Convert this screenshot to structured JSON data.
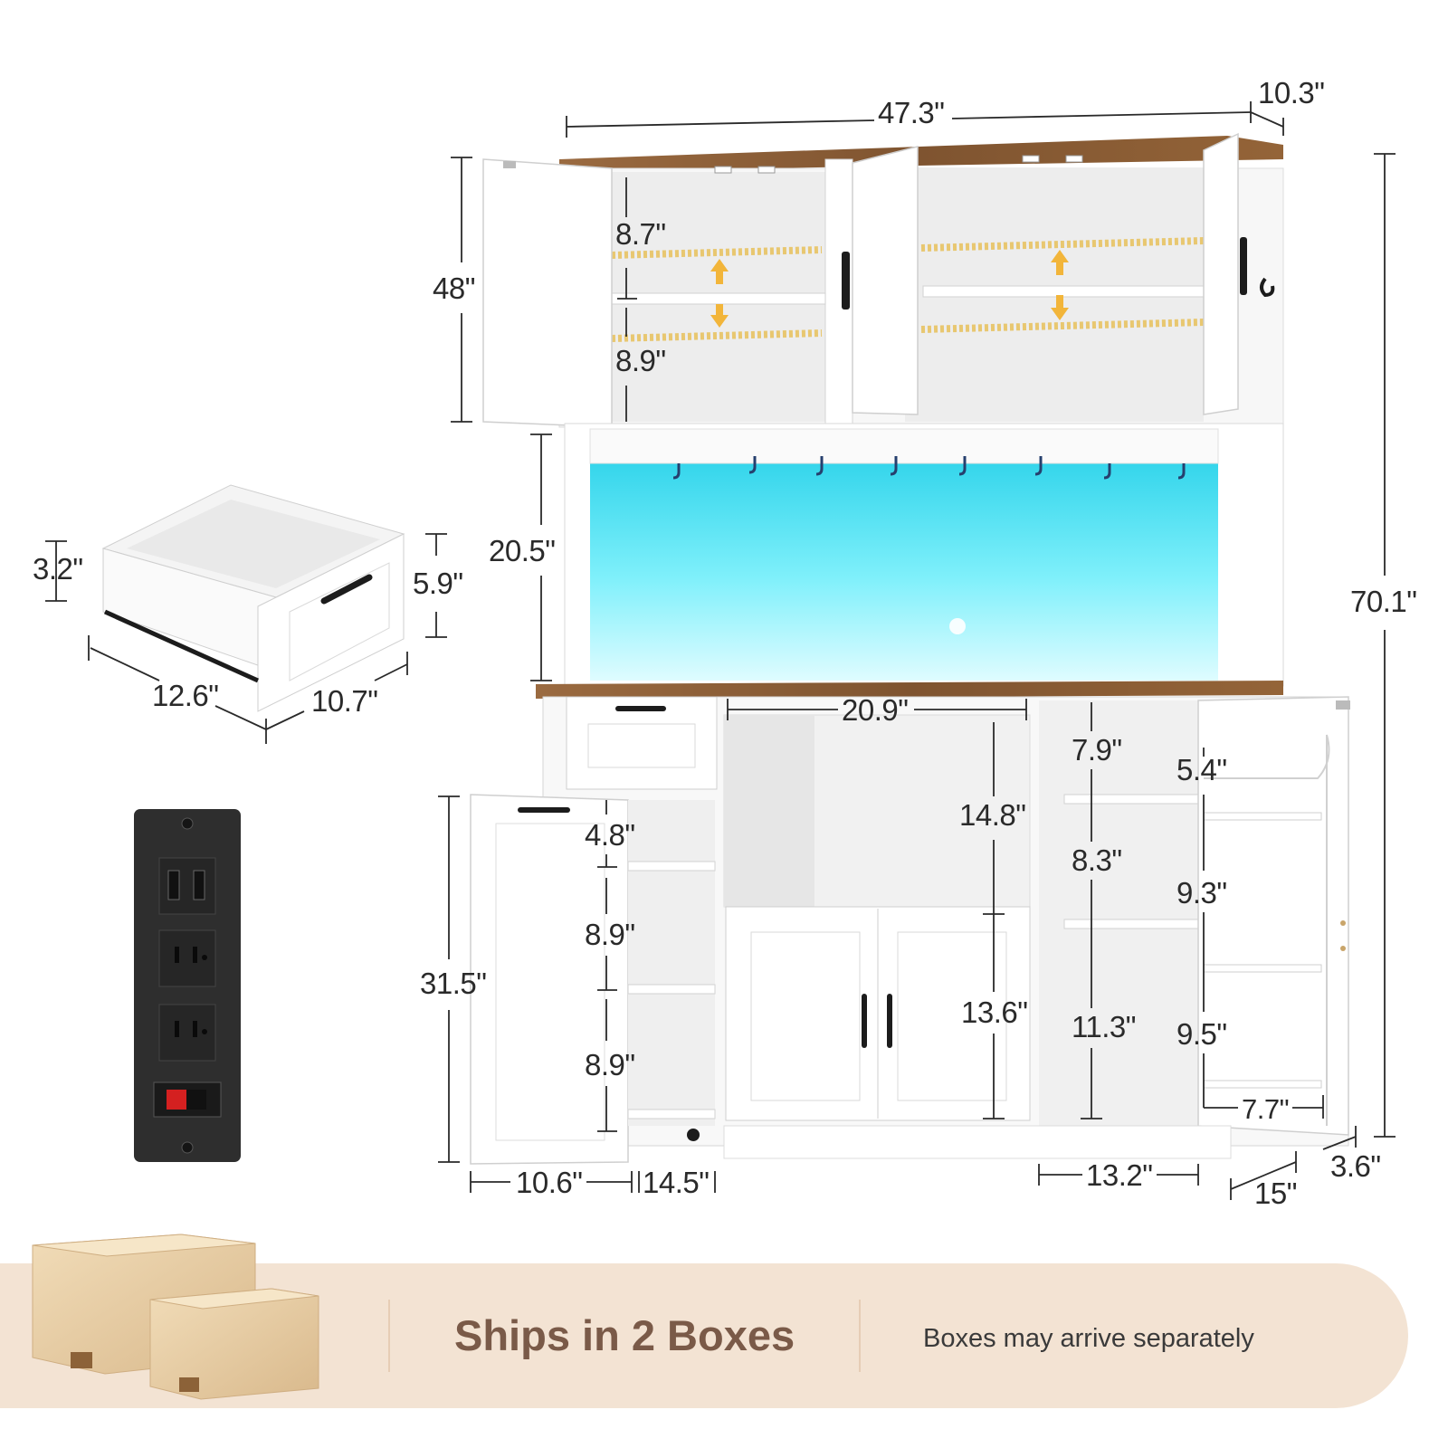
{
  "colors": {
    "wood": "#8a5a34",
    "led_glow": "#35d8ec",
    "banner_bg": "#f3e3d3",
    "banner_title": "#7a5a48",
    "outlet_panel": "#2e2e2e",
    "switch_red": "#d42020"
  },
  "dimensions": {
    "overall_width": "47.3\"",
    "depth_top": "10.3\"",
    "total_height": "70.1\"",
    "upper_height": "48\"",
    "upper_gap_top": "8.7\"",
    "upper_gap_bottom": "8.9\"",
    "hutch_opening": "20.5\"",
    "drawer_height_inner": "3.2\"",
    "drawer_height_outer": "5.9\"",
    "drawer_length": "12.6\"",
    "drawer_width": "10.7\"",
    "microwave_width": "20.9\"",
    "microwave_height": "14.8\"",
    "cabinet_height": "13.6\"",
    "left_shelf_1": "4.8\"",
    "left_shelf_2": "8.9\"",
    "left_shelf_3": "8.9\"",
    "base_height": "31.5\"",
    "right_shelf_1": "7.9\"",
    "right_shelf_2": "8.3\"",
    "right_shelf_3": "11.3\"",
    "door_rack_1": "5.4\"",
    "door_rack_2": "9.3\"",
    "door_rack_3": "9.5\"",
    "door_rack_depth": "7.7\"",
    "left_door_width": "10.6\"",
    "left_section_width": "14.5\"",
    "right_section_width": "13.2\"",
    "base_depth": "15\"",
    "base_overhang": "3.6\""
  },
  "icons": [
    "box-icon",
    "power-outlet-icon",
    "usb-port-icon",
    "power-switch-icon"
  ],
  "banner": {
    "title": "Ships in 2 Boxes",
    "note": "Boxes may arrive separately"
  }
}
